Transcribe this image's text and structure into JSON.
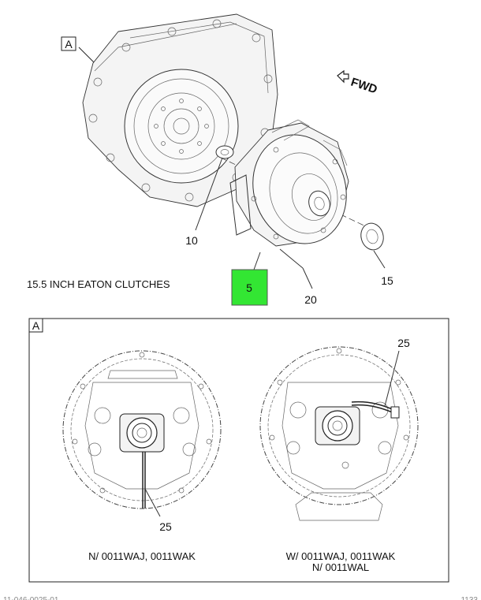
{
  "top_view": {
    "detail_letter": "A",
    "fwd_label": "FWD",
    "title": "15.5 INCH EATON CLUTCHES",
    "callouts": {
      "c10": "10",
      "c15": "15",
      "c20": "20",
      "c5": "5"
    },
    "highlight_color": "#33e633"
  },
  "detail_panel": {
    "letter": "A",
    "left": {
      "callout": "25",
      "caption": "N/ 0011WAJ, 0011WAK"
    },
    "right": {
      "callout": "25",
      "caption_line1": "W/ 0011WAJ, 0011WAK",
      "caption_line2": "N/ 0011WAL"
    }
  },
  "footer": {
    "left_text": "11-046-0025-01",
    "right_text": "1133"
  }
}
